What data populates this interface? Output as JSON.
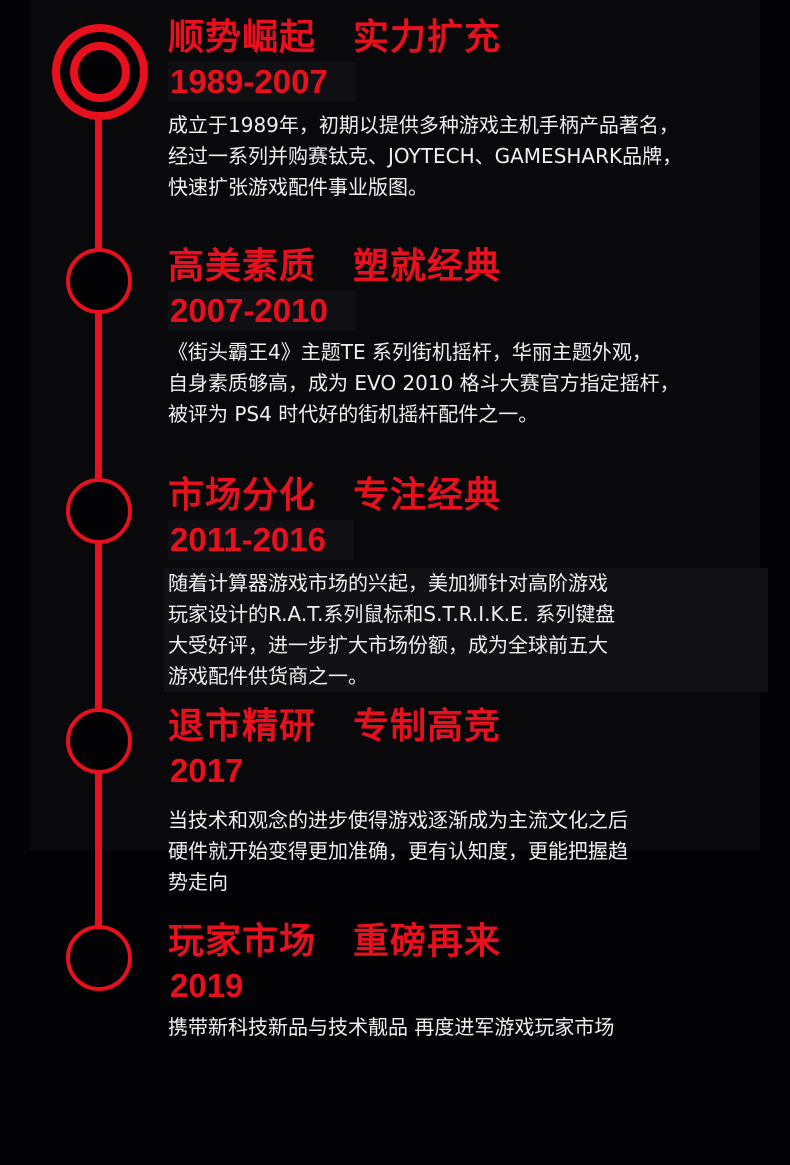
{
  "colors": {
    "accent": "#e8101d",
    "background": "#030305",
    "text": "#f0f0f0"
  },
  "timeline": [
    {
      "title": "顺势崛起　实力扩充",
      "years": "1989-2007",
      "description": "成立于1989年，初期以提供多种游戏主机手柄产品著名，\n经过一系列并购赛钛克、JOYTECH、GAMESHARK品牌，\n快速扩张游戏配件事业版图。"
    },
    {
      "title": "高美素质　塑就经典",
      "years": "2007-2010",
      "description": "《街头霸王4》主题TE 系列街机摇杆，华丽主题外观，\n自身素质够高，成为 EVO 2010 格斗大赛官方指定摇杆，\n被评为 PS4 时代好的街机摇杆配件之一。"
    },
    {
      "title": "市场分化　专注经典",
      "years": "2011-2016",
      "description": "随着计算器游戏市场的兴起，美加狮针对高阶游戏\n玩家设计的R.A.T.系列鼠标和S.T.R.I.K.E. 系列键盘\n大受好评，进一步扩大市场份额，成为全球前五大\n游戏配件供货商之一。"
    },
    {
      "title": "退市精研　专制高竞",
      "years": "2017",
      "description": "当技术和观念的进步使得游戏逐渐成为主流文化之后\n硬件就开始变得更加准确，更有认知度，更能把握趋\n势走向"
    },
    {
      "title": "玩家市场　重磅再来",
      "years": "2019",
      "description": "携带新科技新品与技术靓品 再度进军游戏玩家市场"
    }
  ]
}
